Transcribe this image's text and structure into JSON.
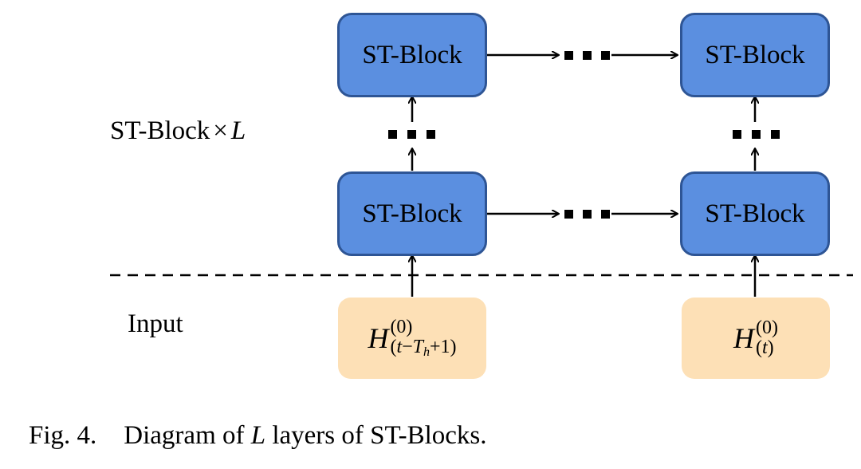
{
  "diagram": {
    "block_label": "ST-Block",
    "side_label_prefix": "ST-Block",
    "side_label_times": "×",
    "side_label_L": "L",
    "input_label": "Input",
    "input_left": {
      "main": "H",
      "sup": "(0)",
      "sub_open": "(",
      "sub_t": "t",
      "sub_minus": "−",
      "sub_T": "T",
      "sub_h": "h",
      "sub_rest": "+1)"
    },
    "input_right": {
      "main": "H",
      "sup": "(0)",
      "sub_open": "(",
      "sub_t": "t",
      "sub_close": ")"
    }
  },
  "caption": {
    "fig": "Fig. 4.",
    "text_before": "Diagram of",
    "L": "L",
    "text_after": "layers of ST-Blocks."
  },
  "colors": {
    "block_fill": "#5b8fe0",
    "block_border": "#2e5595",
    "input_fill": "#fde0b6"
  }
}
